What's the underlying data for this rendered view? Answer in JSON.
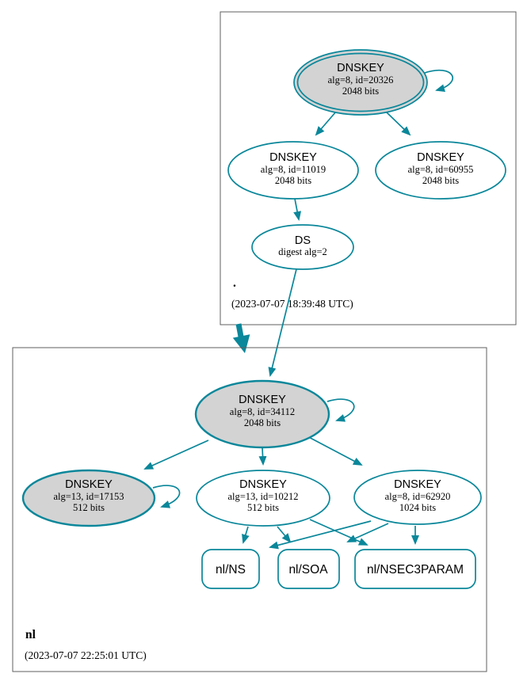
{
  "colors": {
    "edge": "#0a879a",
    "ksk_fill": "#d3d3d3",
    "node_fill": "#ffffff",
    "box_border": "#5f5f5f",
    "text": "#000000",
    "background": "#ffffff"
  },
  "zones": [
    {
      "name": ".",
      "timestamp": "(2023-07-07 18:39:48 UTC)",
      "nodes": [
        {
          "id": "dnskey-20326",
          "title": "DNSKEY",
          "detail": "alg=8, id=20326",
          "size": "2048 bits"
        },
        {
          "id": "dnskey-11019",
          "title": "DNSKEY",
          "detail": "alg=8, id=11019",
          "size": "2048 bits"
        },
        {
          "id": "dnskey-60955",
          "title": "DNSKEY",
          "detail": "alg=8, id=60955",
          "size": "2048 bits"
        },
        {
          "id": "ds",
          "title": "DS",
          "detail": "digest alg=2"
        }
      ]
    },
    {
      "name": "nl",
      "timestamp": "(2023-07-07 22:25:01 UTC)",
      "nodes": [
        {
          "id": "dnskey-34112",
          "title": "DNSKEY",
          "detail": "alg=8, id=34112",
          "size": "2048 bits"
        },
        {
          "id": "dnskey-17153",
          "title": "DNSKEY",
          "detail": "alg=13, id=17153",
          "size": "512 bits"
        },
        {
          "id": "dnskey-10212",
          "title": "DNSKEY",
          "detail": "alg=13, id=10212",
          "size": "512 bits"
        },
        {
          "id": "dnskey-62920",
          "title": "DNSKEY",
          "detail": "alg=8, id=62920",
          "size": "1024 bits"
        },
        {
          "id": "rrset-nl-ns",
          "label": "nl/NS"
        },
        {
          "id": "rrset-nl-soa",
          "label": "nl/SOA"
        },
        {
          "id": "rrset-nl-nsec3param",
          "label": "nl/NSEC3PARAM"
        }
      ]
    }
  ]
}
